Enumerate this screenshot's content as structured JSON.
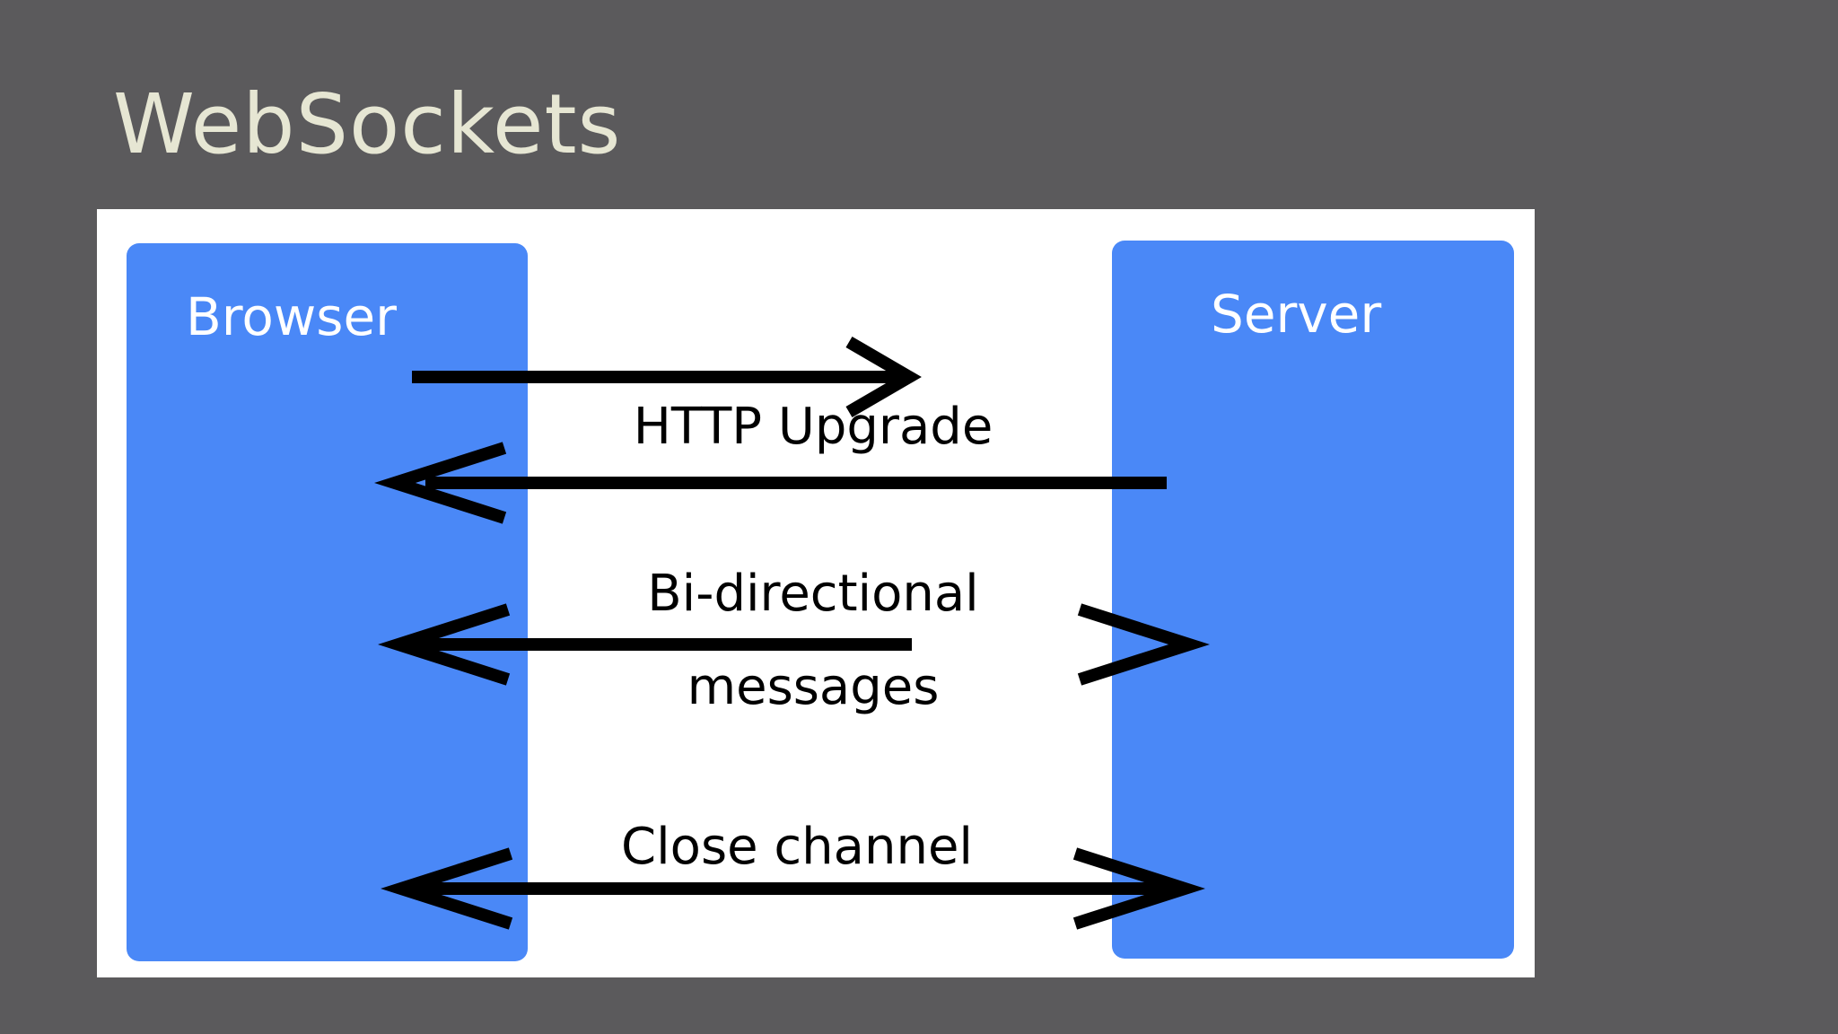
{
  "slide": {
    "title": "WebSockets"
  },
  "diagram": {
    "participants": {
      "browser": "Browser",
      "server": "Server"
    },
    "messages": [
      {
        "label": "HTTP Upgrade",
        "direction": "request-response"
      },
      {
        "label_line1": "Bi-directional",
        "label_line2": "messages",
        "direction": "both"
      },
      {
        "label": "Close channel",
        "direction": "both"
      }
    ],
    "colors": {
      "background": "#5b5a5c",
      "title": "#e6e6d3",
      "lane": "#4a88f7",
      "arrow": "#000000"
    }
  }
}
